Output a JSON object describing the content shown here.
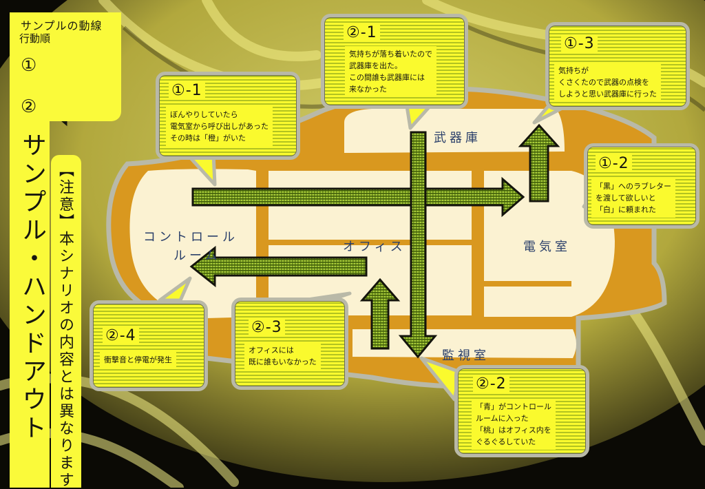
{
  "legend": {
    "title": "サンプルの動線",
    "subtitle": "行動順",
    "route1": "①",
    "route2": "②"
  },
  "side": {
    "title": "サンプル・ハンドアウト",
    "note": "【注意】本シナリオの内容とは異なります"
  },
  "rooms": {
    "armory": "武器庫",
    "control": [
      "コントロール",
      "ルーム"
    ],
    "office": "オフィス",
    "electric": "電気室",
    "monitor": "監視室"
  },
  "callouts": [
    {
      "id": "1-1",
      "num": "①-1",
      "lines": [
        "ぼんやりしていたら",
        "電気室から呼び出しがあった",
        "その時は「橙」がいた"
      ]
    },
    {
      "id": "1-2",
      "num": "①-2",
      "lines": [
        "「黒」へのラブレター",
        "を渡して欲しいと",
        "「白」に頼まれた"
      ]
    },
    {
      "id": "1-3",
      "num": "①-3",
      "lines": [
        "気持ちが",
        "くさくたので武器の点検を",
        "しようと思い武器庫に行った"
      ]
    },
    {
      "id": "2-1",
      "num": "②-1",
      "lines": [
        "気持ちが落ち着いたので",
        "武器庫を出た。",
        "この間誰も武器庫には",
        "来なかった"
      ]
    },
    {
      "id": "2-2",
      "num": "②-2",
      "lines": [
        "「青」がコントロール",
        "ルームに入った",
        "「桃」はオフィス内を",
        "ぐるぐるしていた"
      ]
    },
    {
      "id": "2-3",
      "num": "②-3",
      "lines": [
        "オフィスには",
        "既に誰もいなかった"
      ]
    },
    {
      "id": "2-4",
      "num": "②-4",
      "lines": [
        "衝撃音と停電が発生"
      ]
    }
  ],
  "colors": {
    "panel": "#fafa3a",
    "map_outer": "#d9981f",
    "room": "#fbf2d2",
    "arrow": "#7fa524",
    "label": "#2a3f6a"
  }
}
